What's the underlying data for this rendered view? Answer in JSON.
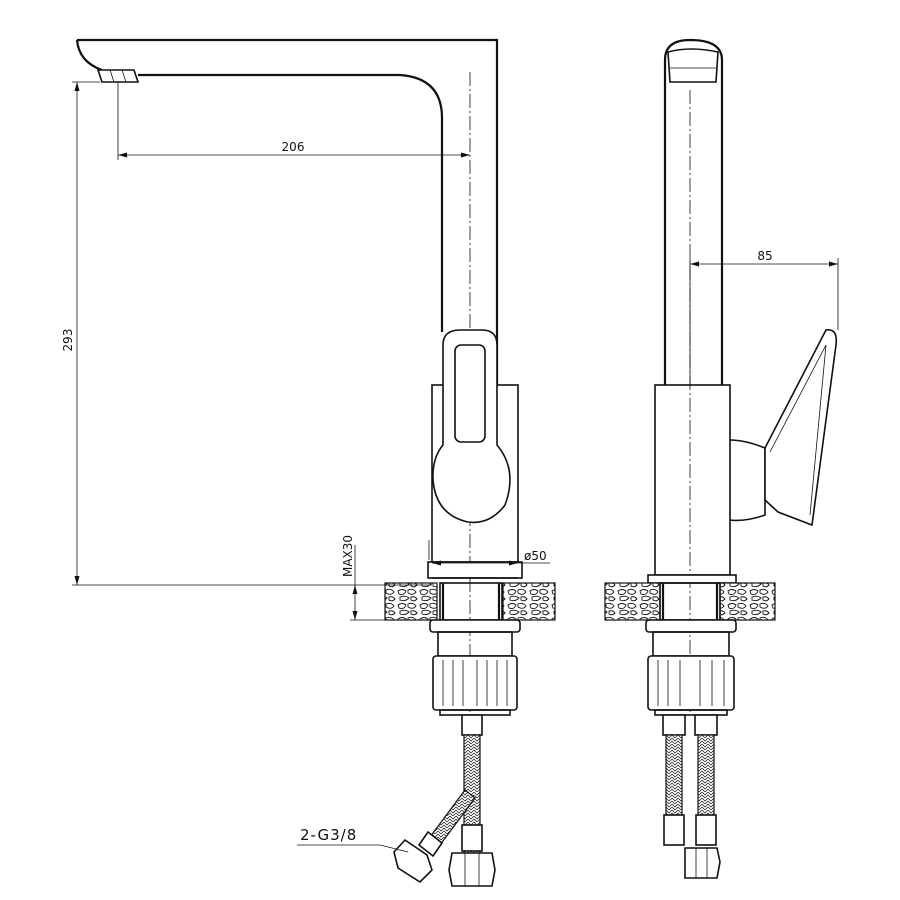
{
  "drawing": {
    "front_view": {
      "dim_reach": "206",
      "dim_height": "293",
      "dim_counter_thickness": "MAX30",
      "dim_base_diameter": "ø50",
      "connection_label": "2-G3/8"
    },
    "side_view": {
      "dim_handle": "85"
    },
    "line_color": "#111111",
    "background": "#ffffff"
  }
}
